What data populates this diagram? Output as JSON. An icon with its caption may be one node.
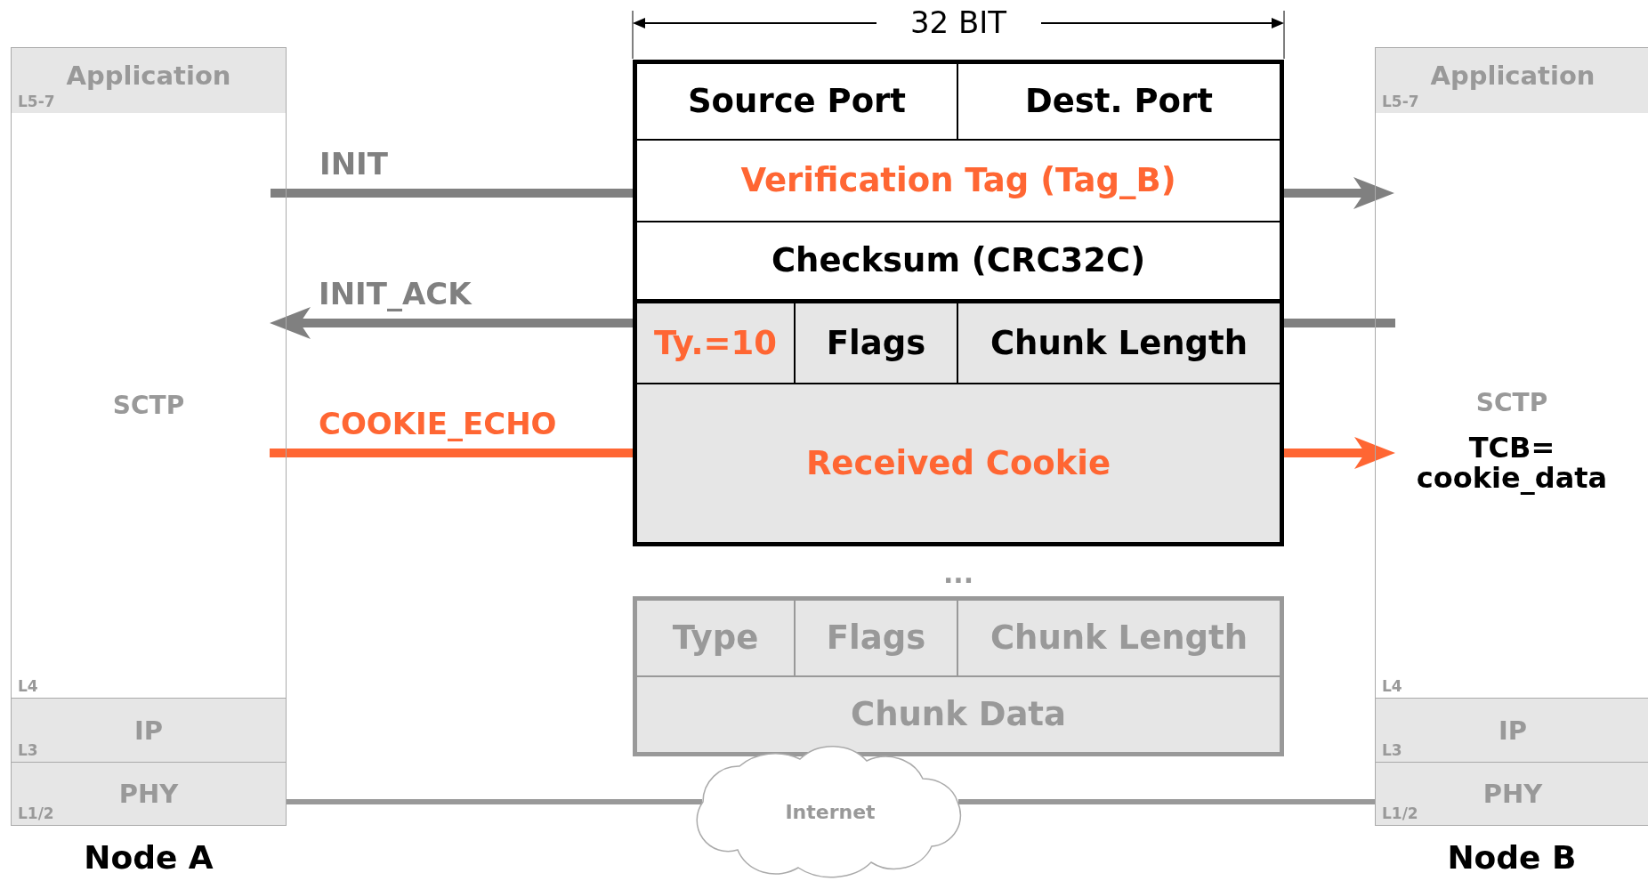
{
  "diagram": {
    "nodes": [
      {
        "text": [
          "Node A"
        ]
      },
      {
        "text": [
          "Application",
          "L5-7"
        ],
        "in": 0
      },
      {
        "text": [
          "SCTP",
          "L4"
        ],
        "in": 0
      },
      {
        "text": [
          "IP",
          "L3"
        ],
        "in": 0
      },
      {
        "text": [
          "PHY",
          "L1/2"
        ],
        "in": 0
      },
      {
        "text": [
          "Node B"
        ]
      },
      {
        "text": [
          "Application",
          "L5-7"
        ],
        "in": 5
      },
      {
        "text": [
          "SCTP",
          "TCB= cookie_data",
          "L4"
        ],
        "in": 5
      },
      {
        "text": [
          "IP",
          "L3"
        ],
        "in": 5
      },
      {
        "text": [
          "PHY",
          "L1/2"
        ],
        "in": 5
      },
      {
        "text": [],
        "shape": "box"
      },
      {
        "text": [
          "Source Port"
        ],
        "in": 10
      },
      {
        "text": [
          "Dest. Port"
        ],
        "in": 10
      },
      {
        "text": [
          "Verification Tag (Tag_B)"
        ],
        "in": 10
      },
      {
        "text": [
          "Checksum (CRC32C)"
        ],
        "in": 10
      },
      {
        "text": [
          "Ty.=10"
        ],
        "in": 10
      },
      {
        "text": [
          "Flags"
        ],
        "in": 10
      },
      {
        "text": [
          "Chunk Length"
        ],
        "in": 10
      },
      {
        "text": [
          "Received Cookie"
        ],
        "in": 10
      },
      {
        "text": [],
        "shape": "box"
      },
      {
        "text": [
          "Type"
        ],
        "in": 19
      },
      {
        "text": [
          "Flags"
        ],
        "in": 19
      },
      {
        "text": [
          "Chunk Length"
        ],
        "in": 19
      },
      {
        "text": [
          "Chunk Data"
        ],
        "in": 19
      },
      {
        "text": [
          "Internet"
        ]
      }
    ],
    "edges": [
      {
        "from": 0,
        "to": 10,
        "arrow": "none",
        "label": "INIT"
      },
      {
        "from": 10,
        "to": 5,
        "arrow": "to"
      },
      {
        "from": 7,
        "to": 10,
        "arrow": "none"
      },
      {
        "from": 10,
        "to": 2,
        "arrow": "to",
        "label": "INIT_ACK"
      },
      {
        "from": 2,
        "to": 10,
        "arrow": "none",
        "label": "COOKIE_ECHO",
        "color": "#ff6633"
      },
      {
        "from": 10,
        "to": 7,
        "arrow": "to",
        "color": "#ff6633"
      },
      {
        "from": 4,
        "to": 24,
        "arrow": "none",
        "color": "#999999"
      },
      {
        "from": 24,
        "to": 9,
        "arrow": "none",
        "color": "#999999"
      }
    ],
    "labels": [
      "32 BIT",
      "..."
    ]
  }
}
